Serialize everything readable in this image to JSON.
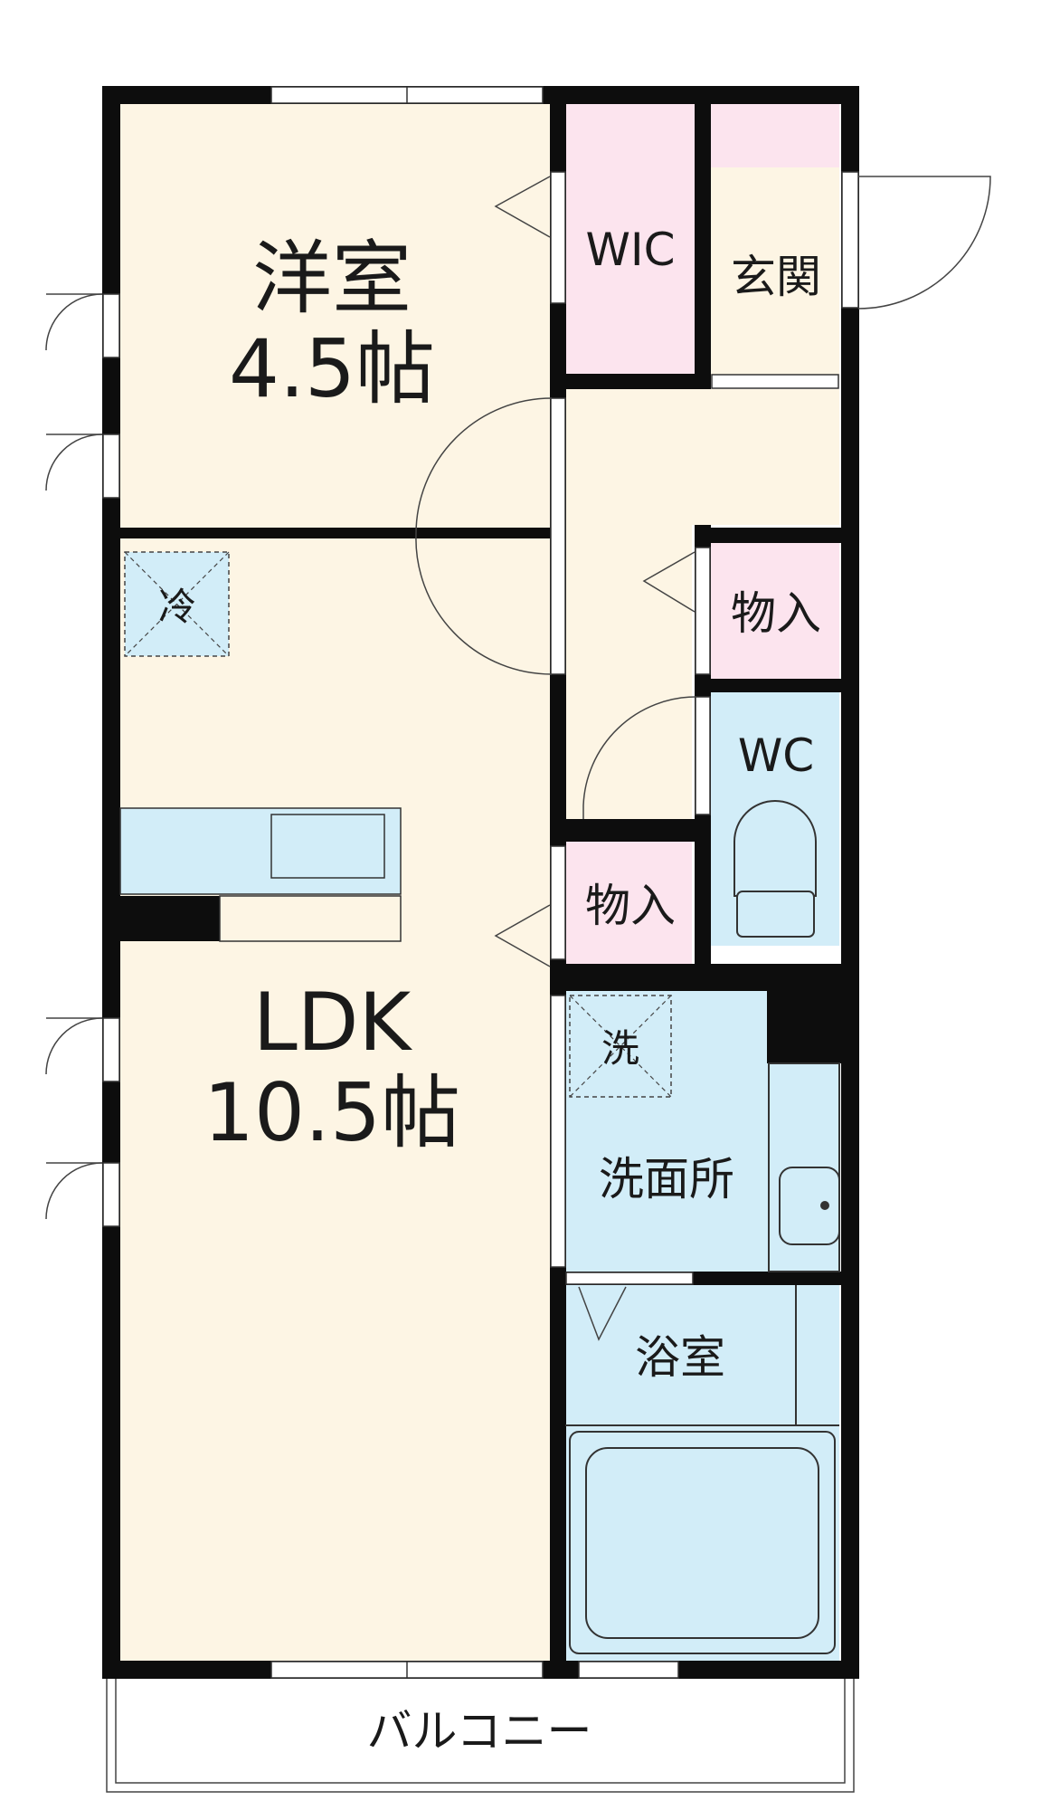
{
  "rooms": {
    "bedroom": {
      "name": "洋室",
      "size": "4.5帖"
    },
    "ldk": {
      "name": "LDK",
      "size": "10.5帖"
    },
    "wic": "WIC",
    "entrance": "玄関",
    "storage_upper": "物入",
    "storage_lower": "物入",
    "wc": "WC",
    "washroom": "洗面所",
    "bathroom": "浴室",
    "balcony": "バルコニー"
  },
  "fixtures": {
    "fridge": "冷",
    "washer": "洗"
  },
  "colors": {
    "living": "#fdf5e4",
    "closet": "#fce4ee",
    "wet_area": "#d2edf8",
    "wall": "#0d0d0d"
  }
}
